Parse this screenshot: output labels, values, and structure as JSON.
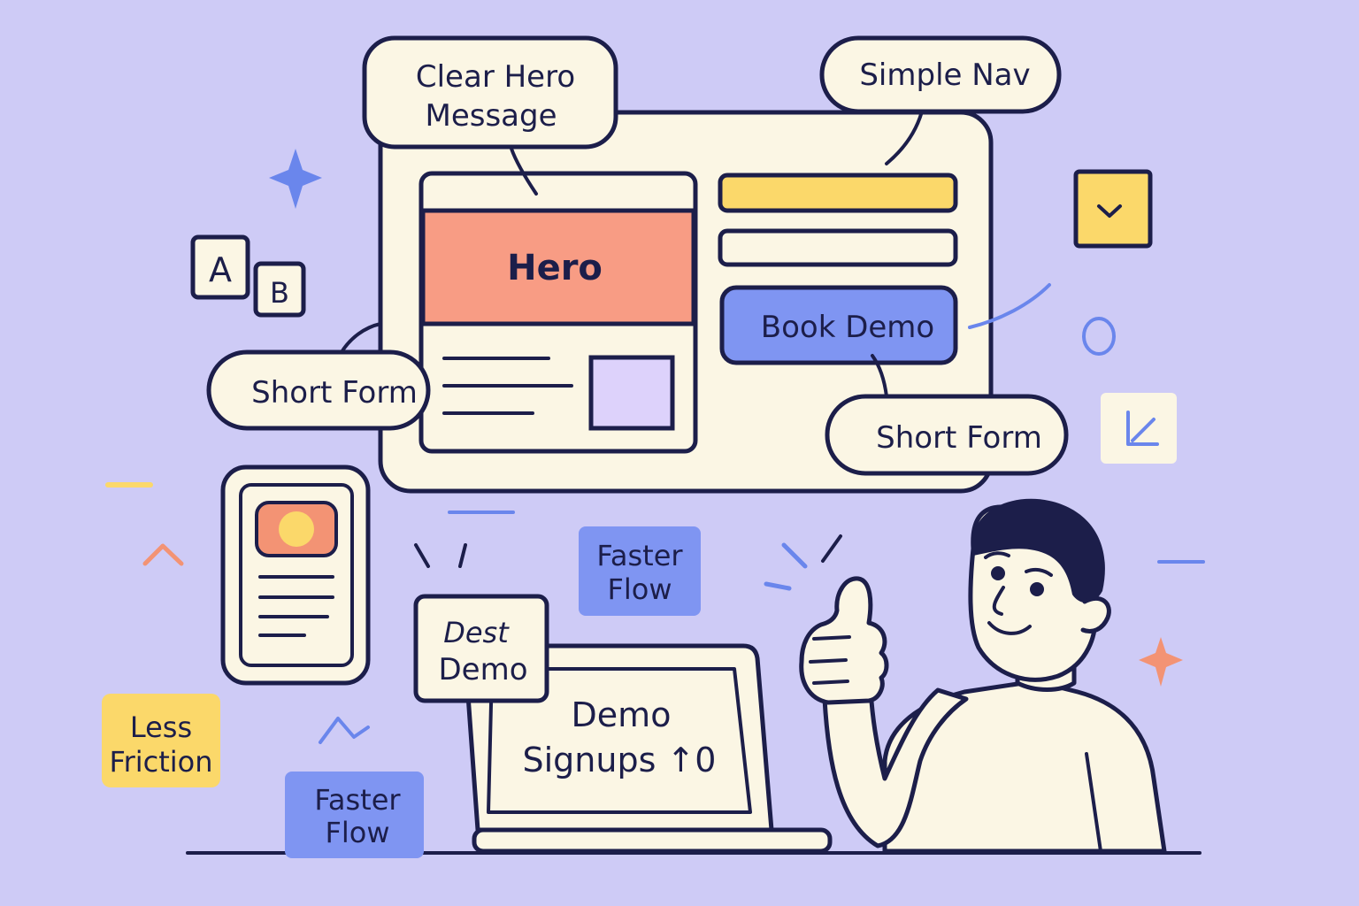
{
  "callouts": {
    "clear_hero_line1": "Clear Hero",
    "clear_hero_line2": "Message",
    "simple_nav": "Simple Nav",
    "short_form_left": "Short Form",
    "short_form_right": "Short Form"
  },
  "landing_page": {
    "hero": "Hero",
    "cta_button": "Book Demo"
  },
  "tags": {
    "faster_flow_top_line1": "Faster",
    "faster_flow_top_line2": "Flow",
    "faster_flow_bottom_line1": "Faster",
    "faster_flow_bottom_line2": "Flow",
    "less_friction_line1": "Less",
    "less_friction_line2": "Friction",
    "best_demo_line1": "Dest",
    "best_demo_line2": "Demo"
  },
  "ab_test": {
    "variant_a": "A",
    "variant_b": "B"
  },
  "laptop": {
    "line1": "Demo",
    "line2": "Signups ↑0"
  },
  "colors": {
    "background": "#cecbf6",
    "cream": "#fbf6e4",
    "outline": "#1c1e4a",
    "hero": "#f89c84",
    "yellow": "#fbd86a",
    "blue": "#7f95f2",
    "lavender": "#ddd2fb",
    "accent_blue": "#6a86ec",
    "accent_orange": "#f39374"
  },
  "icons": [
    "sparkle-icon",
    "checkbox-icon",
    "ring-icon",
    "arrow-down-left-icon",
    "chevron-up-icon",
    "zigzag-icon",
    "thumbs-up-icon"
  ]
}
